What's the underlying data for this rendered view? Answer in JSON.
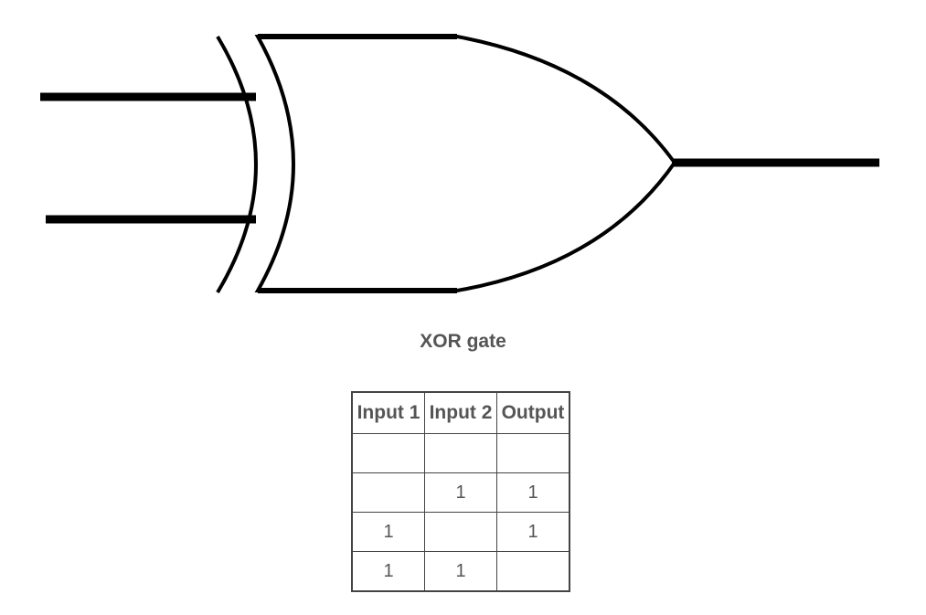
{
  "caption": "XOR gate",
  "table": {
    "headers": [
      "Input 1",
      "Input 2",
      "Output"
    ],
    "rows": [
      [
        "",
        "",
        ""
      ],
      [
        "",
        "1",
        "1"
      ],
      [
        "1",
        "",
        "1"
      ],
      [
        "1",
        "1",
        ""
      ]
    ]
  }
}
